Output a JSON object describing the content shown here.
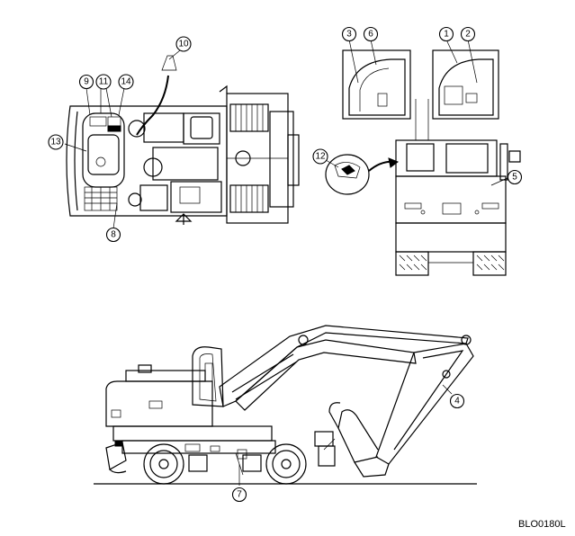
{
  "figure": {
    "reference_code": "BLO0180L"
  },
  "callouts": [
    {
      "label": "1"
    },
    {
      "label": "2"
    },
    {
      "label": "3"
    },
    {
      "label": "4"
    },
    {
      "label": "5"
    },
    {
      "label": "6"
    },
    {
      "label": "7"
    },
    {
      "label": "8"
    },
    {
      "label": "9"
    },
    {
      "label": "10"
    },
    {
      "label": "11"
    },
    {
      "label": "12"
    },
    {
      "label": "13"
    },
    {
      "label": "14"
    }
  ]
}
